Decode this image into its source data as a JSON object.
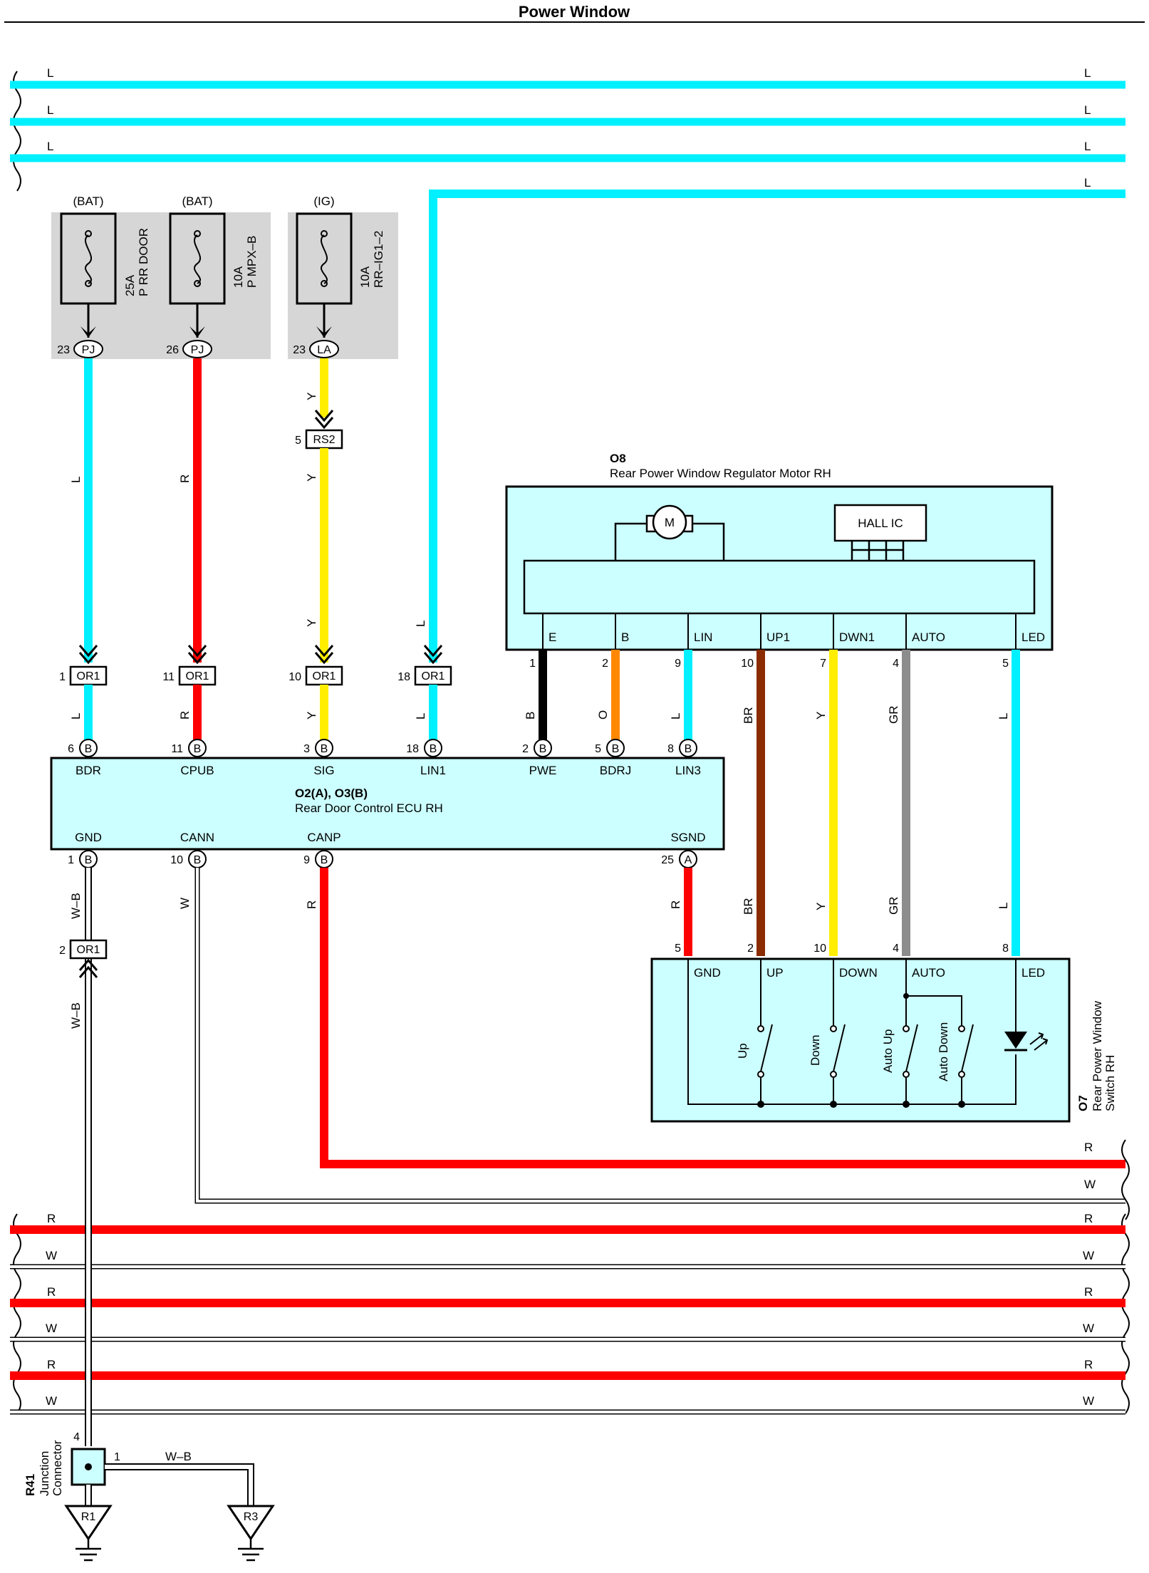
{
  "page": {
    "title": "Power Window"
  },
  "colors": {
    "L": "#00f0ff",
    "R": "#ff0000",
    "Y": "#ffee00",
    "B": "#000000",
    "O": "#ff8800",
    "BR": "#8b2b00",
    "GR": "#8c8c8c",
    "W": "#ffffff",
    "WB": "#ffffff",
    "box_fill": "#ccffff",
    "fuse_box_fill": "#d6d6d6"
  },
  "wire_labels": {
    "L": "L",
    "R": "R",
    "Y": "Y",
    "B": "B",
    "O": "O",
    "BR": "BR",
    "GR": "GR",
    "W": "W",
    "WB": "W–B"
  },
  "fuses": [
    {
      "source": "(BAT)",
      "rating": "25A",
      "name": "P RR DOOR",
      "pin": "23",
      "connector": "PJ"
    },
    {
      "source": "(BAT)",
      "rating": "10A",
      "name": "P MPX–B",
      "pin": "26",
      "connector": "PJ"
    },
    {
      "source": "(IG)",
      "rating": "10A",
      "name": "RR–IG1–2",
      "pin": "23",
      "connector": "LA"
    }
  ],
  "rs2": {
    "pin": "5",
    "connector": "RS2"
  },
  "or1": [
    {
      "pin": "1",
      "connector": "OR1"
    },
    {
      "pin": "11",
      "connector": "OR1"
    },
    {
      "pin": "10",
      "connector": "OR1"
    },
    {
      "pin": "18",
      "connector": "OR1"
    },
    {
      "pin": "2",
      "connector": "OR1"
    }
  ],
  "motor": {
    "code": "O8",
    "name": "Rear Power Window Regulator Motor RH",
    "motor_symbol": "M",
    "hall_ic": "HALL IC",
    "terminals": [
      {
        "label": "E",
        "pin": "1"
      },
      {
        "label": "B",
        "pin": "2"
      },
      {
        "label": "LIN",
        "pin": "9"
      },
      {
        "label": "UP1",
        "pin": "10"
      },
      {
        "label": "DWN1",
        "pin": "7"
      },
      {
        "label": "AUTO",
        "pin": "4"
      },
      {
        "label": "LED",
        "pin": "5"
      }
    ]
  },
  "ecu": {
    "code": "O2(A), O3(B)",
    "name": "Rear Door Control ECU RH",
    "top_pins": [
      {
        "label": "BDR",
        "pin": "6",
        "connector": "B"
      },
      {
        "label": "CPUB",
        "pin": "11",
        "connector": "B"
      },
      {
        "label": "SIG",
        "pin": "3",
        "connector": "B"
      },
      {
        "label": "LIN1",
        "pin": "18",
        "connector": "B"
      },
      {
        "label": "PWE",
        "pin": "2",
        "connector": "B"
      },
      {
        "label": "BDRJ",
        "pin": "5",
        "connector": "B"
      },
      {
        "label": "LIN3",
        "pin": "8",
        "connector": "B"
      }
    ],
    "bottom_pins": [
      {
        "label": "GND",
        "pin": "1",
        "connector": "B"
      },
      {
        "label": "CANN",
        "pin": "10",
        "connector": "B"
      },
      {
        "label": "CANP",
        "pin": "9",
        "connector": "B"
      },
      {
        "label": "SGND",
        "pin": "25",
        "connector": "A"
      }
    ]
  },
  "switch": {
    "code": "O7",
    "name_line1": "Rear Power Window",
    "name_line2": "Switch RH",
    "terminals": [
      {
        "label": "GND",
        "pin": "5"
      },
      {
        "label": "UP",
        "pin": "2"
      },
      {
        "label": "DOWN",
        "pin": "10"
      },
      {
        "label": "AUTO",
        "pin": "4"
      },
      {
        "label": "LED",
        "pin": "8"
      }
    ],
    "contacts": [
      "Up",
      "Down",
      "Auto Up",
      "Auto Down"
    ]
  },
  "junction": {
    "code": "R41",
    "name_line1": "Junction",
    "name_line2": "Connector",
    "pin_in": "4",
    "pin_out": "1"
  },
  "grounds": [
    "R1",
    "R3"
  ]
}
